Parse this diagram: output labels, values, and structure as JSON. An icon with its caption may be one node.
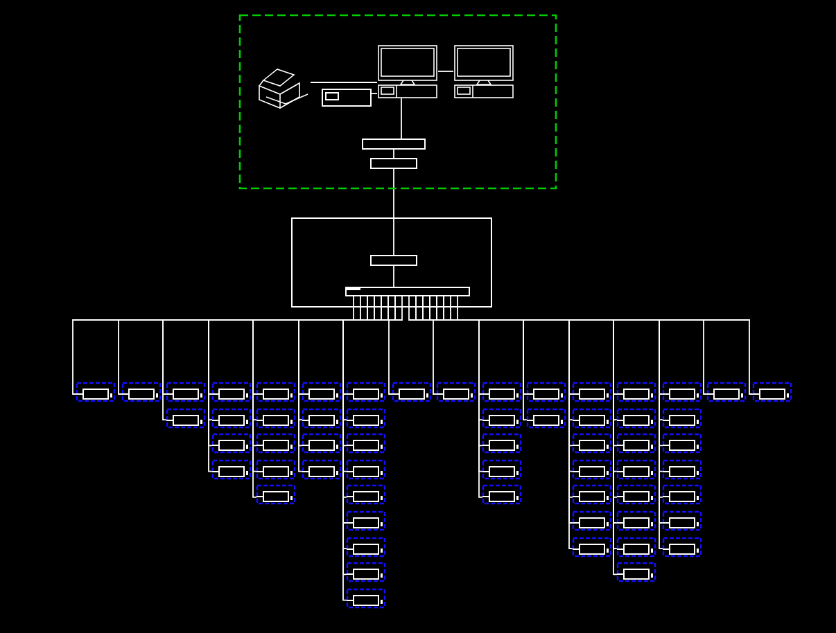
{
  "diagram": {
    "nodes": [
      {
        "text": [],
        "shape": "box"
      },
      {
        "text": [],
        "shape": "picture",
        "in": 0
      },
      {
        "text": [],
        "shape": "box",
        "in": 0
      },
      {
        "text": [],
        "shape": "picture",
        "in": 0
      },
      {
        "text": [],
        "shape": "picture",
        "in": 0
      },
      {
        "text": [],
        "shape": "box",
        "in": 0
      },
      {
        "text": [],
        "shape": "box",
        "in": 0
      },
      {
        "text": [],
        "shape": "box"
      },
      {
        "text": [],
        "shape": "box",
        "in": 7
      },
      {
        "text": [],
        "shape": "bar",
        "in": 7
      },
      {
        "text": [],
        "shape": "box"
      },
      {
        "text": [],
        "shape": "box"
      },
      {
        "text": [],
        "shape": "box"
      },
      {
        "text": [],
        "shape": "box"
      },
      {
        "text": [],
        "shape": "box"
      },
      {
        "text": [],
        "shape": "box"
      },
      {
        "text": [],
        "shape": "box"
      },
      {
        "text": [],
        "shape": "box"
      },
      {
        "text": [],
        "shape": "box"
      },
      {
        "text": [],
        "shape": "box"
      },
      {
        "text": [],
        "shape": "box"
      },
      {
        "text": [],
        "shape": "box"
      },
      {
        "text": [],
        "shape": "box"
      },
      {
        "text": [],
        "shape": "box"
      },
      {
        "text": [],
        "shape": "box"
      },
      {
        "text": [],
        "shape": "box"
      },
      {
        "text": [],
        "shape": "box"
      },
      {
        "text": [],
        "shape": "box"
      },
      {
        "text": [],
        "shape": "box"
      },
      {
        "text": [],
        "shape": "box"
      },
      {
        "text": [],
        "shape": "box"
      },
      {
        "text": [],
        "shape": "box"
      },
      {
        "text": [],
        "shape": "box"
      },
      {
        "text": [],
        "shape": "box"
      },
      {
        "text": [],
        "shape": "box"
      },
      {
        "text": [],
        "shape": "box"
      },
      {
        "text": [],
        "shape": "box"
      },
      {
        "text": [],
        "shape": "box"
      },
      {
        "text": [],
        "shape": "box"
      },
      {
        "text": [],
        "shape": "box"
      },
      {
        "text": [],
        "shape": "box"
      },
      {
        "text": [],
        "shape": "box"
      },
      {
        "text": [],
        "shape": "box"
      },
      {
        "text": [],
        "shape": "box"
      },
      {
        "text": [],
        "shape": "box"
      },
      {
        "text": [],
        "shape": "box"
      },
      {
        "text": [],
        "shape": "box"
      },
      {
        "text": [],
        "shape": "box"
      },
      {
        "text": [],
        "shape": "box"
      },
      {
        "text": [],
        "shape": "box"
      },
      {
        "text": [],
        "shape": "box"
      },
      {
        "text": [],
        "shape": "box"
      },
      {
        "text": [],
        "shape": "box"
      },
      {
        "text": [],
        "shape": "box"
      },
      {
        "text": [],
        "shape": "box"
      },
      {
        "text": [],
        "shape": "box"
      },
      {
        "text": [],
        "shape": "box"
      },
      {
        "text": [],
        "shape": "box"
      },
      {
        "text": [],
        "shape": "box"
      },
      {
        "text": [],
        "shape": "box"
      },
      {
        "text": [],
        "shape": "box"
      },
      {
        "text": [],
        "shape": "box"
      },
      {
        "text": [],
        "shape": "box"
      },
      {
        "text": [],
        "shape": "box"
      },
      {
        "text": [],
        "shape": "box"
      },
      {
        "text": [],
        "shape": "box"
      },
      {
        "text": [],
        "shape": "box"
      },
      {
        "text": [],
        "shape": "box"
      },
      {
        "text": [],
        "shape": "box"
      }
    ],
    "edges": [
      {
        "from": 1,
        "to": 3,
        "arrow": "none"
      },
      {
        "from": 2,
        "to": 3,
        "arrow": "none"
      },
      {
        "from": 3,
        "to": 4,
        "arrow": "none"
      },
      {
        "from": 3,
        "to": 5,
        "arrow": "none"
      },
      {
        "from": 5,
        "to": 6,
        "arrow": "none"
      },
      {
        "from": 6,
        "to": 8,
        "arrow": "none"
      },
      {
        "from": 8,
        "to": 9,
        "arrow": "none"
      },
      {
        "from": 9,
        "to": 10,
        "arrow": "none"
      },
      {
        "from": 9,
        "to": 11,
        "arrow": "none"
      },
      {
        "from": 9,
        "to": 12,
        "arrow": "none"
      },
      {
        "from": 9,
        "to": 13,
        "arrow": "none"
      },
      {
        "from": 9,
        "to": 14,
        "arrow": "none"
      },
      {
        "from": 9,
        "to": 15,
        "arrow": "none"
      },
      {
        "from": 9,
        "to": 16,
        "arrow": "none"
      },
      {
        "from": 9,
        "to": 17,
        "arrow": "none"
      },
      {
        "from": 9,
        "to": 18,
        "arrow": "none"
      },
      {
        "from": 9,
        "to": 19,
        "arrow": "none"
      },
      {
        "from": 9,
        "to": 20,
        "arrow": "none"
      },
      {
        "from": 9,
        "to": 21,
        "arrow": "none"
      },
      {
        "from": 9,
        "to": 22,
        "arrow": "none"
      },
      {
        "from": 9,
        "to": 23,
        "arrow": "none"
      },
      {
        "from": 9,
        "to": 24,
        "arrow": "none"
      },
      {
        "from": 9,
        "to": 25,
        "arrow": "none"
      },
      {
        "from": 9,
        "to": 26,
        "arrow": "none"
      },
      {
        "from": 9,
        "to": 27,
        "arrow": "none"
      },
      {
        "from": 9,
        "to": 28,
        "arrow": "none"
      },
      {
        "from": 9,
        "to": 29,
        "arrow": "none"
      },
      {
        "from": 9,
        "to": 30,
        "arrow": "none"
      },
      {
        "from": 9,
        "to": 31,
        "arrow": "none"
      },
      {
        "from": 9,
        "to": 32,
        "arrow": "none"
      },
      {
        "from": 9,
        "to": 33,
        "arrow": "none"
      },
      {
        "from": 9,
        "to": 34,
        "arrow": "none"
      },
      {
        "from": 9,
        "to": 35,
        "arrow": "none"
      },
      {
        "from": 9,
        "to": 36,
        "arrow": "none"
      },
      {
        "from": 9,
        "to": 37,
        "arrow": "none"
      },
      {
        "from": 9,
        "to": 38,
        "arrow": "none"
      },
      {
        "from": 9,
        "to": 39,
        "arrow": "none"
      },
      {
        "from": 9,
        "to": 40,
        "arrow": "none"
      },
      {
        "from": 9,
        "to": 41,
        "arrow": "none"
      },
      {
        "from": 9,
        "to": 42,
        "arrow": "none"
      },
      {
        "from": 9,
        "to": 43,
        "arrow": "none"
      },
      {
        "from": 9,
        "to": 44,
        "arrow": "none"
      },
      {
        "from": 9,
        "to": 45,
        "arrow": "none"
      },
      {
        "from": 9,
        "to": 46,
        "arrow": "none"
      },
      {
        "from": 9,
        "to": 47,
        "arrow": "none"
      },
      {
        "from": 9,
        "to": 48,
        "arrow": "none"
      },
      {
        "from": 9,
        "to": 49,
        "arrow": "none"
      },
      {
        "from": 9,
        "to": 50,
        "arrow": "none"
      },
      {
        "from": 9,
        "to": 51,
        "arrow": "none"
      },
      {
        "from": 9,
        "to": 52,
        "arrow": "none"
      },
      {
        "from": 9,
        "to": 53,
        "arrow": "none"
      },
      {
        "from": 9,
        "to": 54,
        "arrow": "none"
      },
      {
        "from": 9,
        "to": 55,
        "arrow": "none"
      },
      {
        "from": 9,
        "to": 56,
        "arrow": "none"
      },
      {
        "from": 9,
        "to": 57,
        "arrow": "none"
      },
      {
        "from": 9,
        "to": 58,
        "arrow": "none"
      },
      {
        "from": 9,
        "to": 59,
        "arrow": "none"
      },
      {
        "from": 9,
        "to": 60,
        "arrow": "none"
      },
      {
        "from": 9,
        "to": 61,
        "arrow": "none"
      },
      {
        "from": 9,
        "to": 62,
        "arrow": "none"
      },
      {
        "from": 9,
        "to": 63,
        "arrow": "none"
      },
      {
        "from": 9,
        "to": 64,
        "arrow": "none"
      },
      {
        "from": 9,
        "to": 65,
        "arrow": "none"
      },
      {
        "from": 9,
        "to": 66,
        "arrow": "none"
      },
      {
        "from": 9,
        "to": 67,
        "arrow": "none"
      },
      {
        "from": 9,
        "to": 68,
        "arrow": "none"
      }
    ]
  }
}
